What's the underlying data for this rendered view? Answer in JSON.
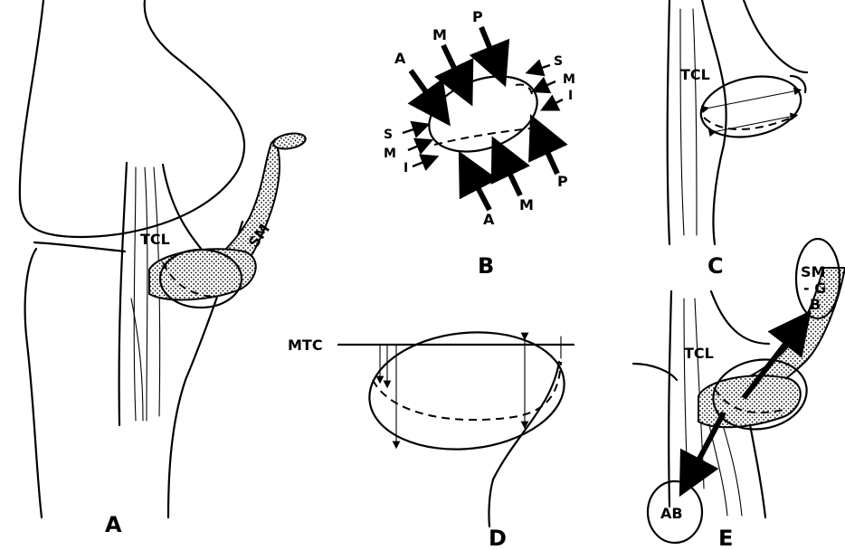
{
  "panels": {
    "A": {
      "label": "A",
      "tcl": "TCL",
      "sm": "SM"
    },
    "B": {
      "label": "B",
      "arrows_top": [
        "A",
        "M",
        "P"
      ],
      "arrows_bottom": [
        "A",
        "M",
        "P"
      ],
      "small_left": [
        "S",
        "M",
        "I"
      ],
      "small_right": [
        "S",
        "M",
        "I"
      ]
    },
    "C": {
      "label": "C",
      "tcl": "TCL"
    },
    "D": {
      "label": "D",
      "mtc": "MTC"
    },
    "E": {
      "label": "E",
      "tcl": "TCL",
      "smgb_line1": "SM",
      "smgb_line2": "- G",
      "smgb_line3": "B",
      "ab": "AB"
    }
  }
}
